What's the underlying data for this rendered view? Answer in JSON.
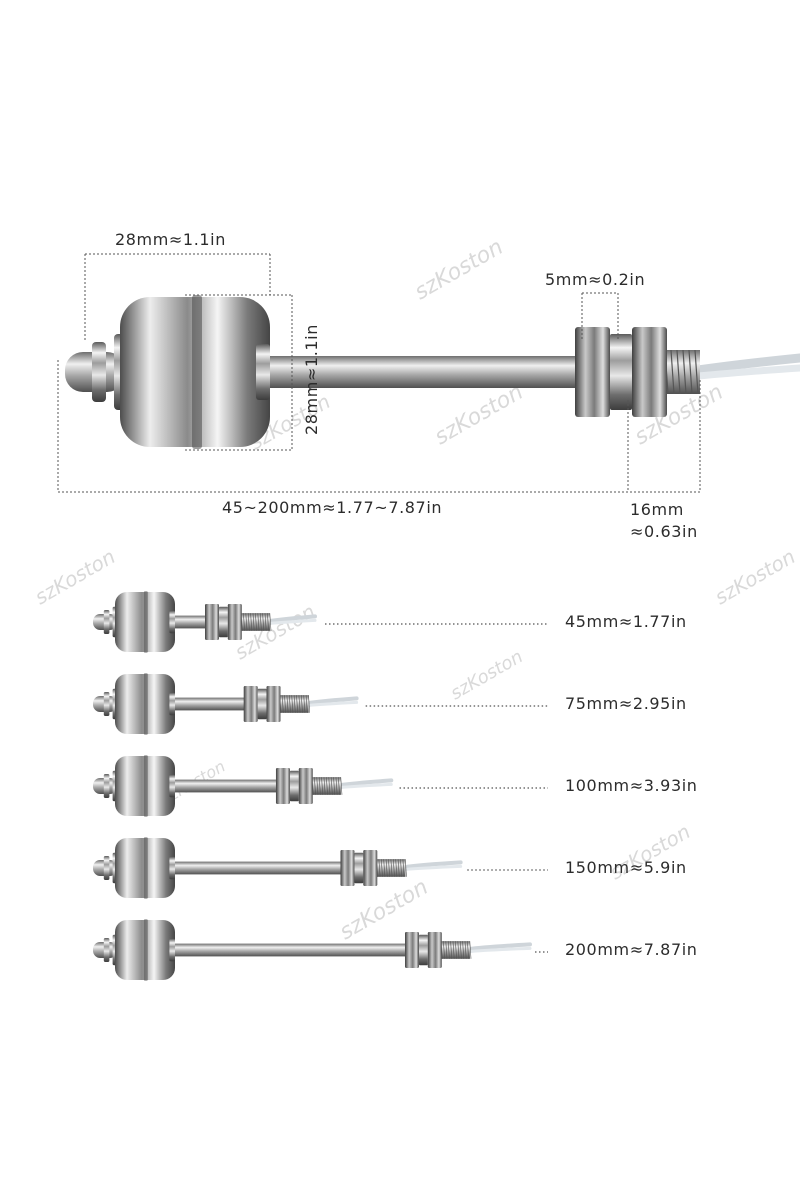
{
  "main_dimensions": {
    "float_width": "28mm≈1.1in",
    "float_height": "28mm≈1.1in",
    "nut_thickness": "5mm≈0.2in",
    "overall_length": "45~200mm≈1.77~7.87in",
    "thread_length_line1": "16mm",
    "thread_length_line2": "≈0.63in"
  },
  "variants": [
    {
      "label": "45mm≈1.77in",
      "length_mm": 45
    },
    {
      "label": "75mm≈2.95in",
      "length_mm": 75
    },
    {
      "label": "100mm≈3.93in",
      "length_mm": 100
    },
    {
      "label": "150mm≈5.9in",
      "length_mm": 150
    },
    {
      "label": "200mm≈7.87in",
      "length_mm": 200
    }
  ],
  "watermark": "szKoston",
  "colors": {
    "steel_dark": "#4a4a4a",
    "steel_mid": "#9a9a9a",
    "steel_light": "#f2f2f2",
    "label": "#2c2c2c",
    "dotted_line": "#555555",
    "watermark": "#d9d9d9"
  }
}
